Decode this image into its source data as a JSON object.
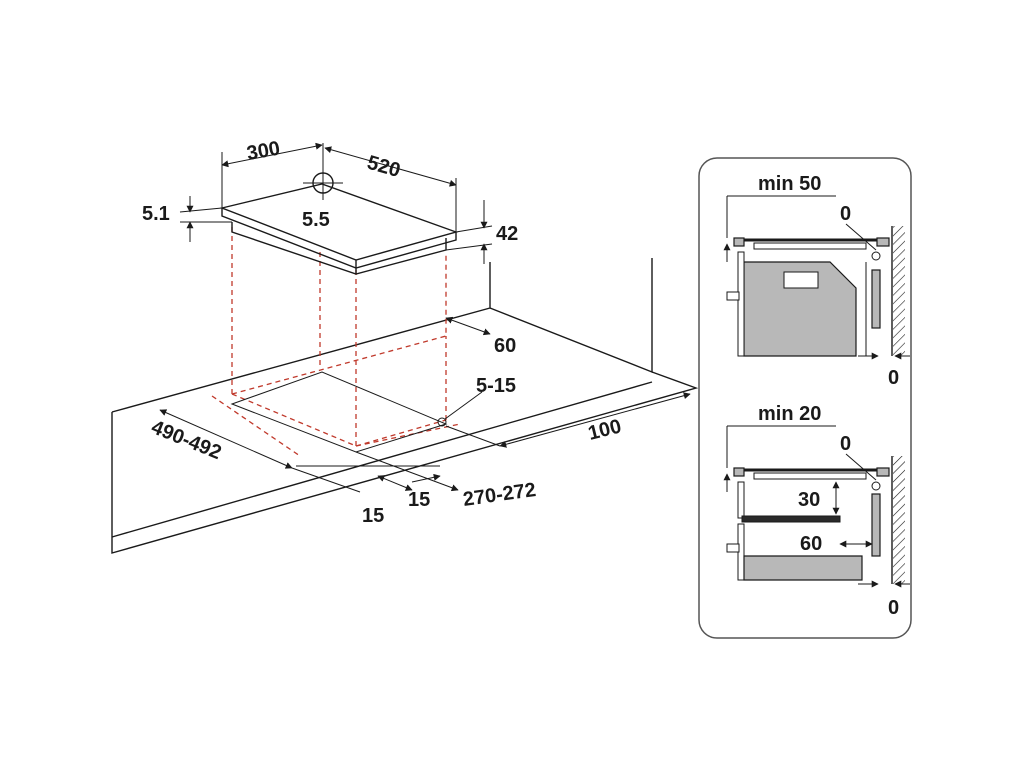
{
  "main_drawing": {
    "dim_width_300": "300",
    "dim_depth_520": "520",
    "dim_glass_5_1": "5.1",
    "dim_center_5_5": "5.5",
    "dim_height_42": "42",
    "dim_rear_60": "60",
    "dim_hole_5_15": "5-15",
    "dim_front_100": "100",
    "dim_cutout_490_492": "490-492",
    "dim_left_15": "15",
    "dim_right_15": "15",
    "dim_cutout_270_272": "270-272"
  },
  "side_panel": {
    "top": {
      "min_label": "min 50",
      "zero_top": "0",
      "zero_bottom": "0"
    },
    "bottom": {
      "min_label": "min 20",
      "zero_top": "0",
      "dim_30": "30",
      "dim_60": "60",
      "zero_bottom": "0"
    }
  },
  "colors": {
    "line": "#1a1a1a",
    "dashed": "#c0392b",
    "appliance_fill": "#b8b8b8",
    "panel_border": "#555555"
  }
}
